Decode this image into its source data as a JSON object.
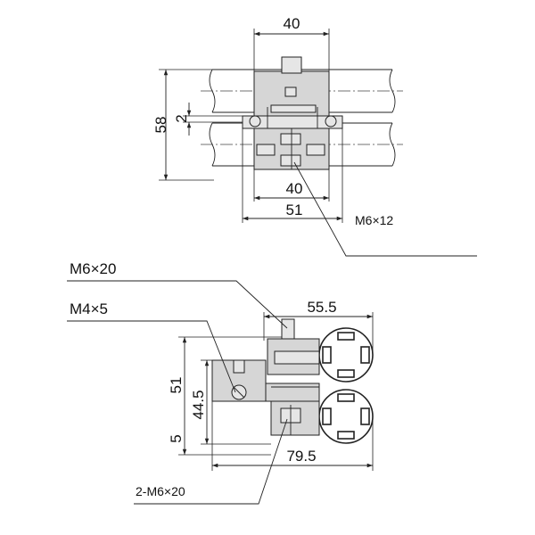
{
  "top_view": {
    "dim_width_top": "40",
    "dim_height": "58",
    "dim_gap": "2",
    "dim_width_bottom": "40",
    "dim_width_overall": "51",
    "callout_bolt": "M6×12"
  },
  "side_view": {
    "callout_bolt_long": "M6×20",
    "callout_screw": "M4×5",
    "dim_pitch": "55.5",
    "dim_height_total": "51",
    "dim_height_inner": "44.5",
    "dim_offset": "5",
    "dim_width_total": "79.5",
    "callout_bolts_pair": "2-M6×20"
  }
}
